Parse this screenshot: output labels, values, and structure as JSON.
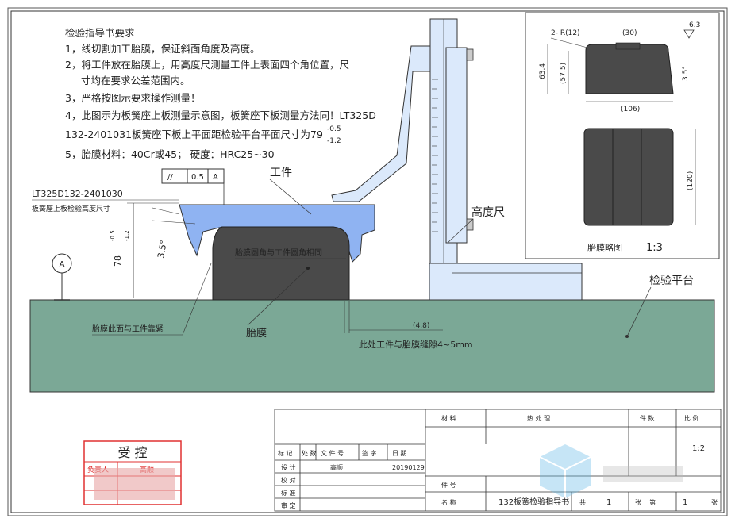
{
  "requirements": {
    "title": "检验指导书要求",
    "items": [
      "1，线切割加工胎膜，保证斜面角度及高度。",
      "2，将工件放在胎膜上，用高度尺测量工件上表面四个角位置，尺",
      "寸均在要求公差范围内。",
      "3，严格按图示要求操作测量！",
      "4，此图示为板簧座上板测量示意图，板簧座下板测量方法同！LT325D",
      "132-2401031板簧座下板上平面距检验平台平面尺寸为79",
      "5，胎膜材料：40Cr或45；   硬度：HRC25~30"
    ],
    "tol_upper": "-0.5",
    "tol_lower": "-1.2"
  },
  "drawing": {
    "part_label_1": "LT325D132-2401030",
    "part_label_2": "板簧座上板检验高度尺寸",
    "gdt_symbol": "//",
    "gdt_value": "0.5",
    "gdt_datum": "A",
    "workpiece_label": "工件",
    "height_gauge_label": "高度尺",
    "platform_label": "检验平台",
    "die_label": "胎膜",
    "die_corner_note": "胎膜圆角与工件圆角相同",
    "die_face_note": "胎膜此面与工件靠紧",
    "gap_note": "此处工件与胎膜缝隙4~5mm",
    "gap_dim": "(4.8)",
    "angle_dim": "3.5°",
    "height_dim": "78",
    "height_tol_upper": "-0.5",
    "height_tol_lower": "-1.2",
    "datum_label": "A"
  },
  "sketch": {
    "title": "胎膜略图",
    "scale": "1:3",
    "radius_dim": "2- R(12)",
    "top_dim": "(30)",
    "roughness": "6.3",
    "dim_63": "63.4",
    "dim_57": "(57.5)",
    "angle": "3.5°",
    "width_dim": "(106)",
    "depth_dim": "(120)"
  },
  "title_block": {
    "material": "材    料",
    "heat_treatment": "热    处    理",
    "quantity": "件 数",
    "ratio": "比    例",
    "ratio_value": "1:2",
    "rev_headers": [
      "标 记",
      "处 数",
      "文    件    号",
      "签 字",
      "日    期"
    ],
    "design": "设    计",
    "designer": "高顺",
    "design_date": "20190129",
    "proofread": "校    对",
    "standard": "标    准",
    "review": "审    定",
    "part_no": "件    号",
    "name": "名    称",
    "name_value": "132板簧检验指导书",
    "total": "共",
    "total_value": "1",
    "sheet_word": "张",
    "sheet_no": "第",
    "sheet_value": "1",
    "sheet_word2": "张"
  },
  "stamp": {
    "title": "受  控",
    "responsible": "负责人",
    "name": "高顺"
  },
  "colors": {
    "platform": "#7ba896",
    "workpiece": "#8fb3f2",
    "die": "#4a4a4a",
    "gauge": "#dbe9fb",
    "stamp": "#e03030"
  }
}
